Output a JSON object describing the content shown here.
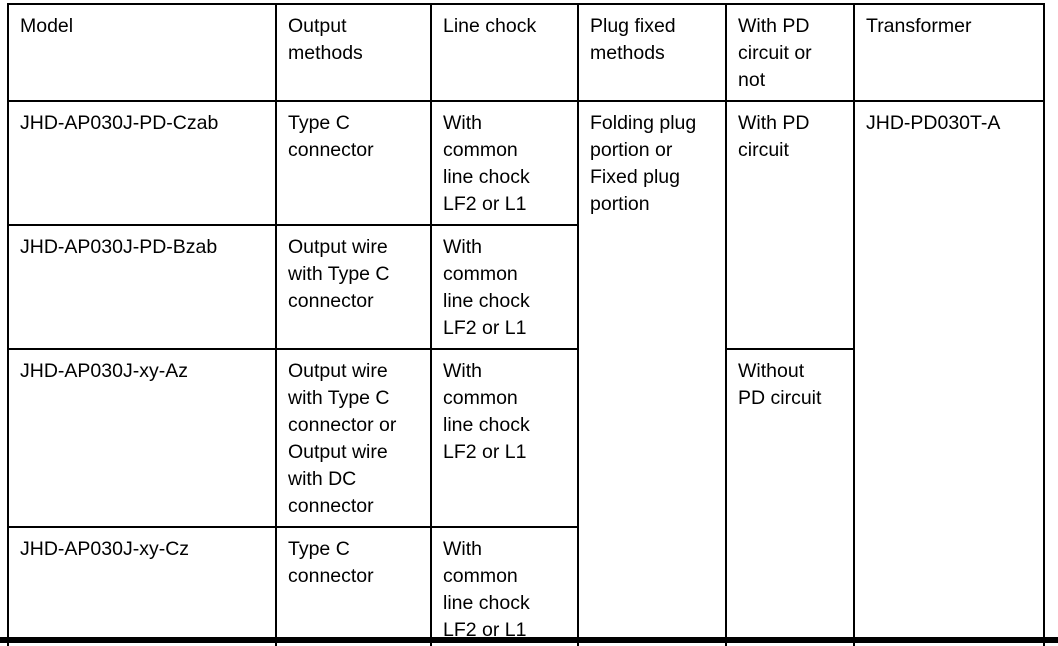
{
  "page": {
    "background_color": "#ffffff",
    "text_color": "#000000",
    "table_border_color": "#000000"
  },
  "table": {
    "columns": [
      "Model",
      "Output\nmethods",
      "Line chock",
      "Plug fixed\nmethods",
      "With PD\ncircuit or\nnot",
      "Transformer"
    ],
    "rows": [
      {
        "model": "JHD-AP030J-PD-Czab",
        "output_method": "Type C\nconnector",
        "line_chock": "With\ncommon\nline chock\nLF2 or L1",
        "plug_fixed_method": "Folding plug\nportion or\nFixed plug\nportion",
        "pd_circuit": "With PD\ncircuit",
        "transformer": "JHD-PD030T-A"
      },
      {
        "model": "JHD-AP030J-PD-Bzab",
        "output_method": "Output wire\nwith Type C\nconnector",
        "line_chock": "With\ncommon\nline chock\nLF2 or L1"
      },
      {
        "model": "JHD-AP030J-xy-Az",
        "output_method": "Output wire\nwith Type C\nconnector or\nOutput wire\nwith DC\nconnector",
        "line_chock": "With\ncommon\nline chock\nLF2 or L1",
        "pd_circuit": "Without\nPD circuit"
      },
      {
        "model": "JHD-AP030J-xy-Cz",
        "output_method": "Type C\nconnector",
        "line_chock": "With\ncommon\nline chock\nLF2 or L1"
      }
    ]
  }
}
